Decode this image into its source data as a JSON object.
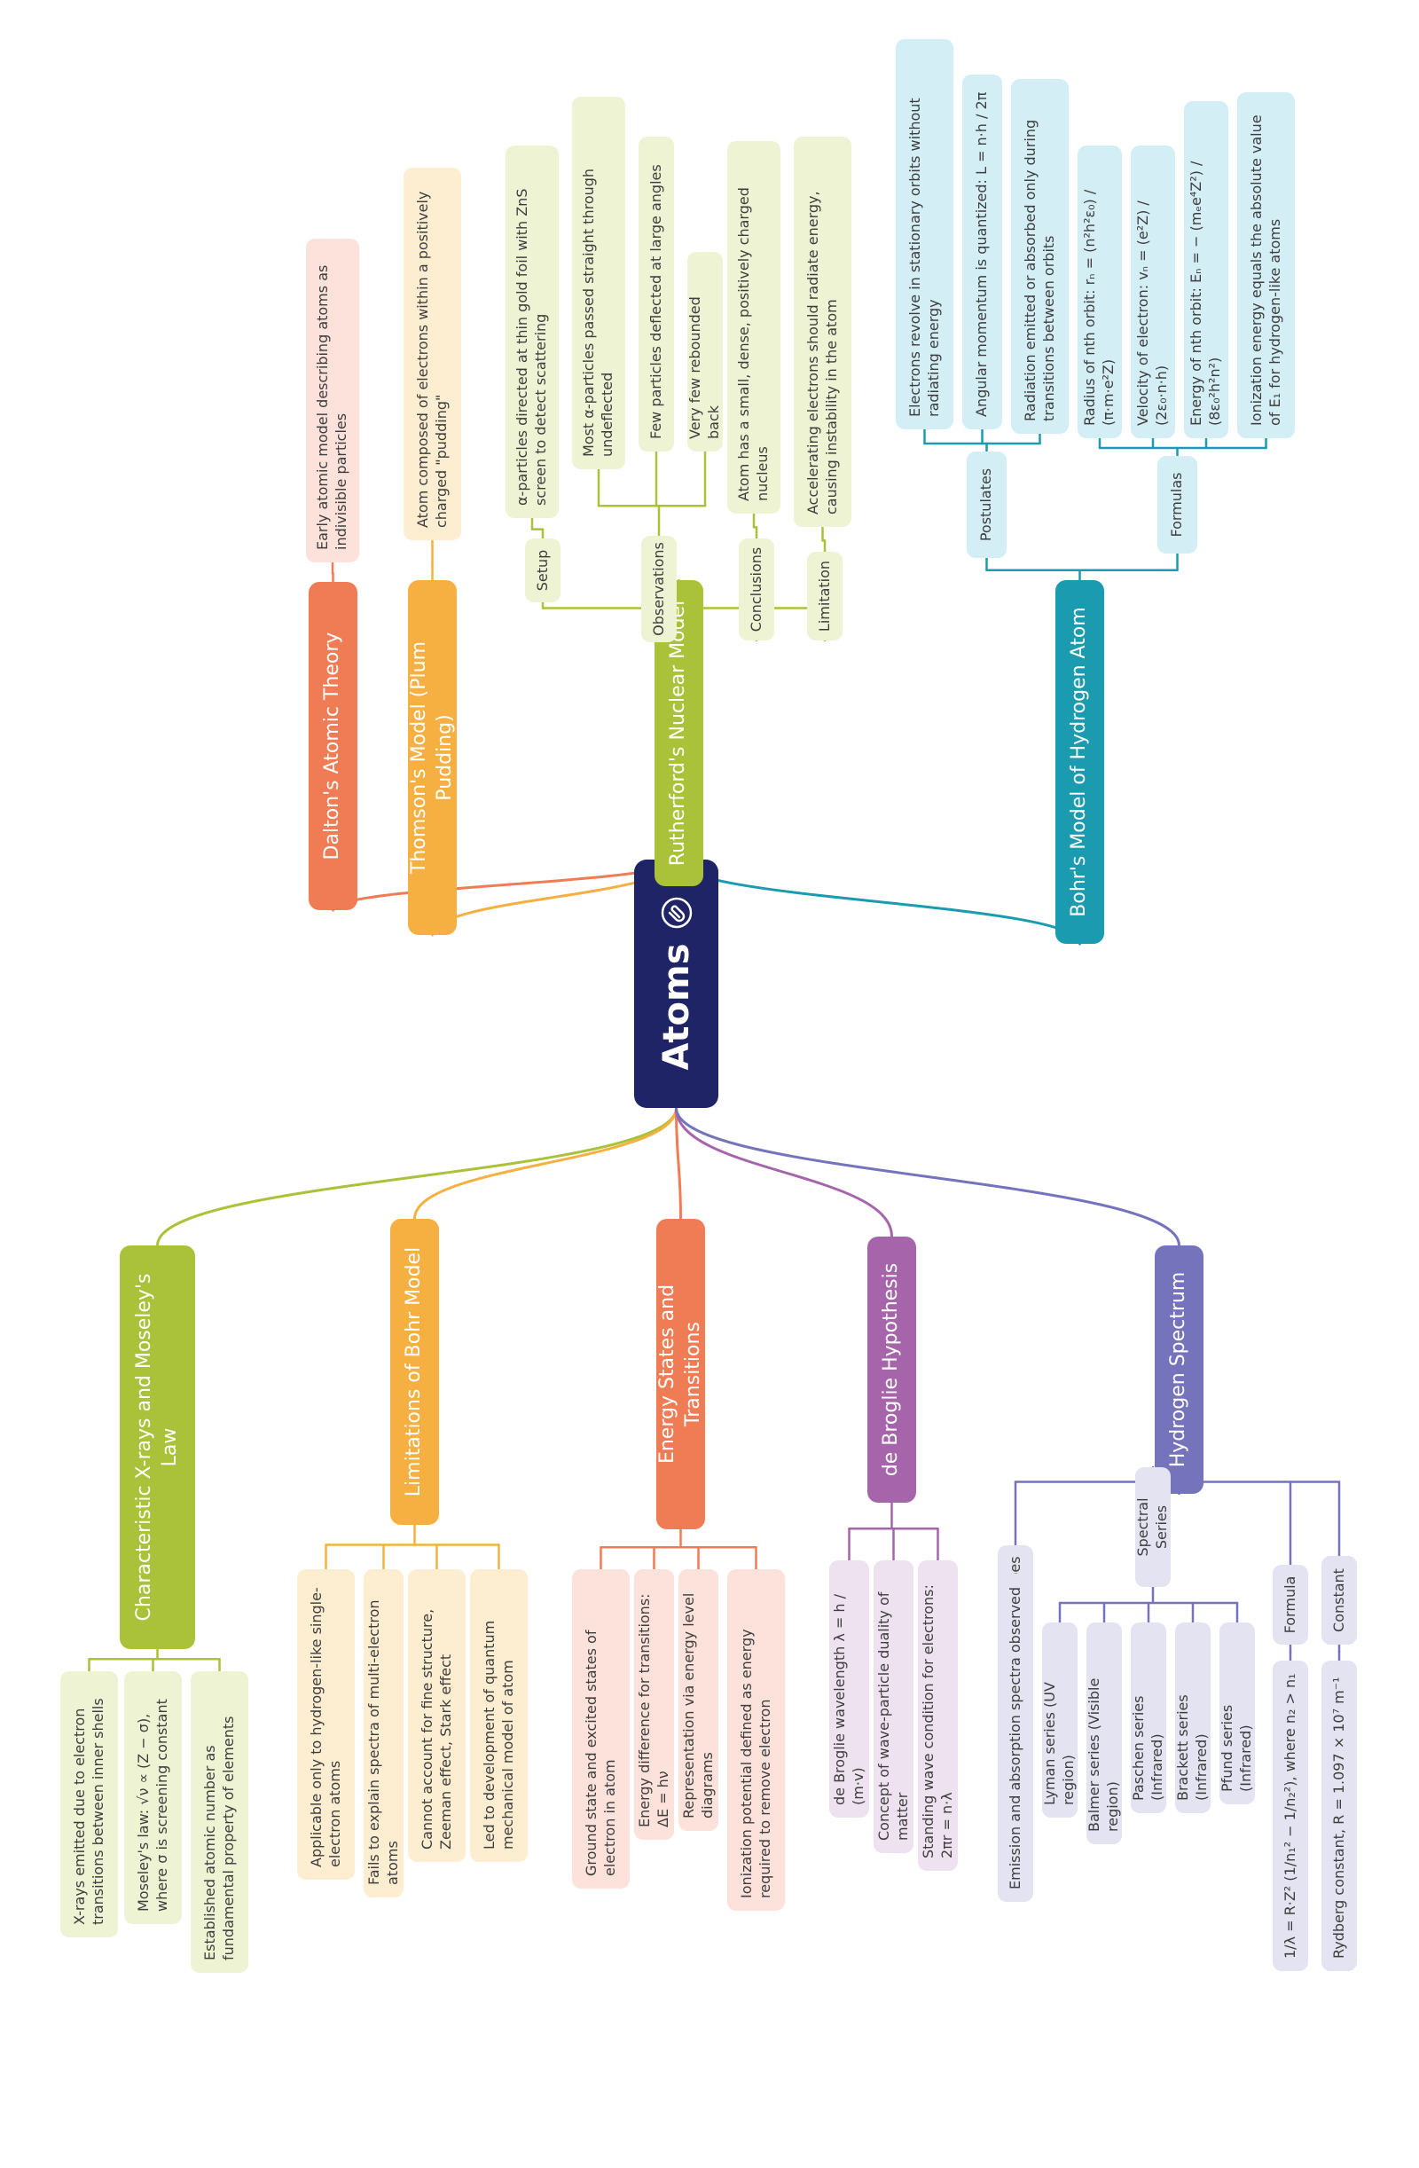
{
  "center": {
    "label": "Atoms"
  },
  "colors": {
    "center": "#1e2466"
  },
  "branches": [
    {
      "id": "dalton",
      "label": "Dalton's Atomic Theory",
      "color": "#f07c55",
      "light": "#fce2da",
      "leaves": [
        "Early atomic model describing atoms as indivisible particles"
      ]
    },
    {
      "id": "thomson",
      "label": "Thomson's Model (Plum Pudding)",
      "color": "#f5b041",
      "light": "#fdeed2",
      "leaves": [
        "Atom composed of electrons within a positively charged \"pudding\""
      ]
    },
    {
      "id": "rutherford",
      "label": "Rutherford's Nuclear Model",
      "color": "#a9c23a",
      "light": "#eef3d4",
      "groups": [
        {
          "label": "Setup",
          "leaves": [
            "α-particles directed at thin gold foil with ZnS screen to detect scattering"
          ]
        },
        {
          "label": "Observations",
          "leaves": [
            "Most α-particles passed straight through undeflected",
            "Few particles deflected at large angles",
            "Very few rebounded back"
          ]
        },
        {
          "label": "Conclusions",
          "leaves": [
            "Atom has a small, dense, positively charged nucleus"
          ]
        },
        {
          "label": "Limitation",
          "leaves": [
            "Accelerating electrons should radiate energy, causing instability in the atom"
          ]
        }
      ]
    },
    {
      "id": "bohr",
      "label": "Bohr's Model of Hydrogen Atom",
      "color": "#1a9bb0",
      "light": "#d3eef5",
      "groups": [
        {
          "label": "Postulates",
          "leaves": [
            "Electrons revolve in stationary orbits without radiating energy",
            "Angular momentum is quantized: L = n·h / 2π",
            "Radiation emitted or absorbed only during transitions between orbits"
          ]
        },
        {
          "label": "Formulas",
          "leaves": [
            "Radius of nth orbit: rₙ = (n²h²ε₀) / (π·m·e²Z)",
            "Velocity of electron: vₙ = (e²Z) / (2ε₀·n·h)",
            "Energy of nth orbit: Eₙ = − (mₑe⁴Z²) / (8ε₀²h²n²)",
            "Ionization energy equals the absolute value of E₁ for hydrogen-like atoms"
          ]
        }
      ]
    },
    {
      "id": "xrays",
      "label": "Characteristic X-rays and Moseley's Law",
      "color": "#a9c23a",
      "light": "#eef3d4",
      "leaves": [
        "X-rays emitted due to electron transitions between inner shells",
        "Moseley's law: √ν ∝ (Z − σ), where σ is screening constant",
        "Established atomic number as fundamental property of elements"
      ]
    },
    {
      "id": "limitations",
      "label": "Limitations of Bohr Model",
      "color": "#f5b041",
      "light": "#fdeed2",
      "leaves": [
        "Applicable only to hydrogen-like single-electron atoms",
        "Fails to explain spectra of multi-electron atoms",
        "Cannot account for fine structure, Zeeman effect, Stark effect",
        "Led to development of quantum mechanical model of atom"
      ]
    },
    {
      "id": "energy",
      "label": "Energy States and Transitions",
      "color": "#f07c55",
      "light": "#fce2da",
      "leaves": [
        "Ground state and excited states of electron in atom",
        "Energy difference for transitions: ΔE = hν",
        "Representation via energy level diagrams",
        "Ionization potential defined as energy required to remove electron"
      ]
    },
    {
      "id": "debroglie",
      "label": "de Broglie Hypothesis",
      "color": "#a665ab",
      "light": "#efe2f0",
      "leaves": [
        "de Broglie wavelength λ = h / (m·v)",
        "Concept of wave-particle duality of matter",
        "Standing wave condition for electrons: 2πr = n·λ"
      ]
    },
    {
      "id": "hydrogen",
      "label": "Hydrogen Spectrum",
      "color": "#7573bb",
      "light": "#e3e3f1",
      "groups": [
        {
          "label": "Types",
          "leaves": [
            "Emission and absorption spectra observed"
          ]
        },
        {
          "label": "Spectral Series",
          "leaves": [
            "Lyman series (UV region)",
            "Balmer series (Visible region)",
            "Paschen series (Infrared)",
            "Brackett series (Infrared)",
            "Pfund series (Infrared)"
          ]
        },
        {
          "label": "Formula",
          "leaves": [
            "1/λ = R·Z² (1/n₁² − 1/n₂²), where n₂ > n₁"
          ]
        },
        {
          "label": "Constant",
          "leaves": [
            "Rydberg constant, R = 1.097 × 10⁷ m⁻¹"
          ]
        }
      ]
    }
  ]
}
